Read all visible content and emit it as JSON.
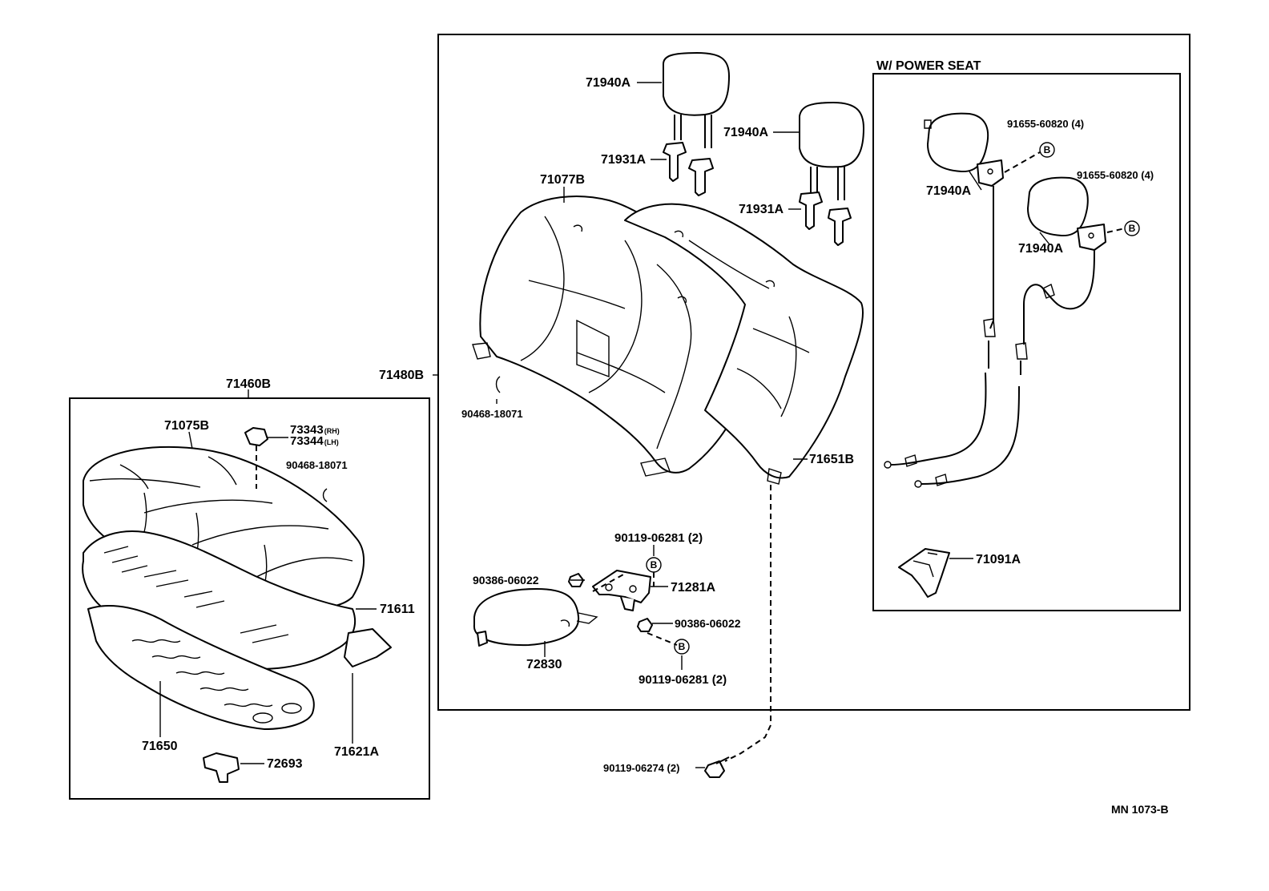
{
  "section_titles": {
    "power_seat": "W/ POWER SEAT"
  },
  "assembly_labels": {
    "seat_cushion_assy": "71460B",
    "seatback_assy": "71480B"
  },
  "parts": {
    "headrest_left": "71940A",
    "headrest_right": "71940A",
    "headrest_support_left": "71931A",
    "headrest_support_right": "71931A",
    "seatback_cover": "71077B",
    "hog_ring_back": "90468-18071",
    "seatback_pad": "71651B",
    "cushion_cover": "71075B",
    "cushion_hook_rh": "73343",
    "cushion_hook_rh_side": "(RH)",
    "cushion_hook_lh": "73344",
    "cushion_hook_lh_side": "(LH)",
    "hog_ring_cushion": "90468-18071",
    "cushion_pad": "71611",
    "cushion_frame": "71650",
    "cushion_under_pad": "71621A",
    "cushion_lock": "72693",
    "armrest_screw_top": "90119-06281 (2)",
    "armrest_nut_left": "90386-06022",
    "armrest_bracket": "71281A",
    "armrest_nut_right": "90386-06022",
    "armrest_assy": "72830",
    "armrest_screw_bottom": "90119-06281 (2)",
    "seatback_bolt": "90119-06274 (2)",
    "power_headrest_left": "71940A",
    "power_headrest_right": "71940A",
    "power_screw_left": "91655-60820 (4)",
    "power_screw_right": "91655-60820 (4)",
    "power_latch": "71091A"
  },
  "callout_marker": "B",
  "drawing_number": "MN 1073-B"
}
